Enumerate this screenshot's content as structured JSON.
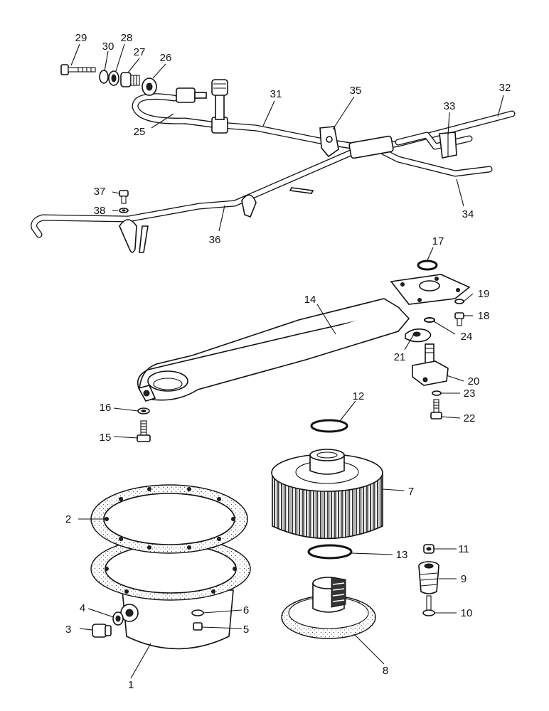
{
  "labels": {
    "l1": "1",
    "l2": "2",
    "l3": "3",
    "l4": "4",
    "l5": "5",
    "l6": "6",
    "l7": "7",
    "l8": "8",
    "l9": "9",
    "l10": "10",
    "l11": "11",
    "l12": "12",
    "l13": "13",
    "l14": "14",
    "l15": "15",
    "l16": "16",
    "l17": "17",
    "l18": "18",
    "l19": "19",
    "l20": "20",
    "l21": "21",
    "l22": "22",
    "l23": "23",
    "l24": "24",
    "l25": "25",
    "l26": "26",
    "l27": "27",
    "l28": "28",
    "l29": "29",
    "l30": "30",
    "l31": "31",
    "l32": "32",
    "l33": "33",
    "l34": "34",
    "l35": "35",
    "l36": "36",
    "l37": "37",
    "l38": "38"
  }
}
